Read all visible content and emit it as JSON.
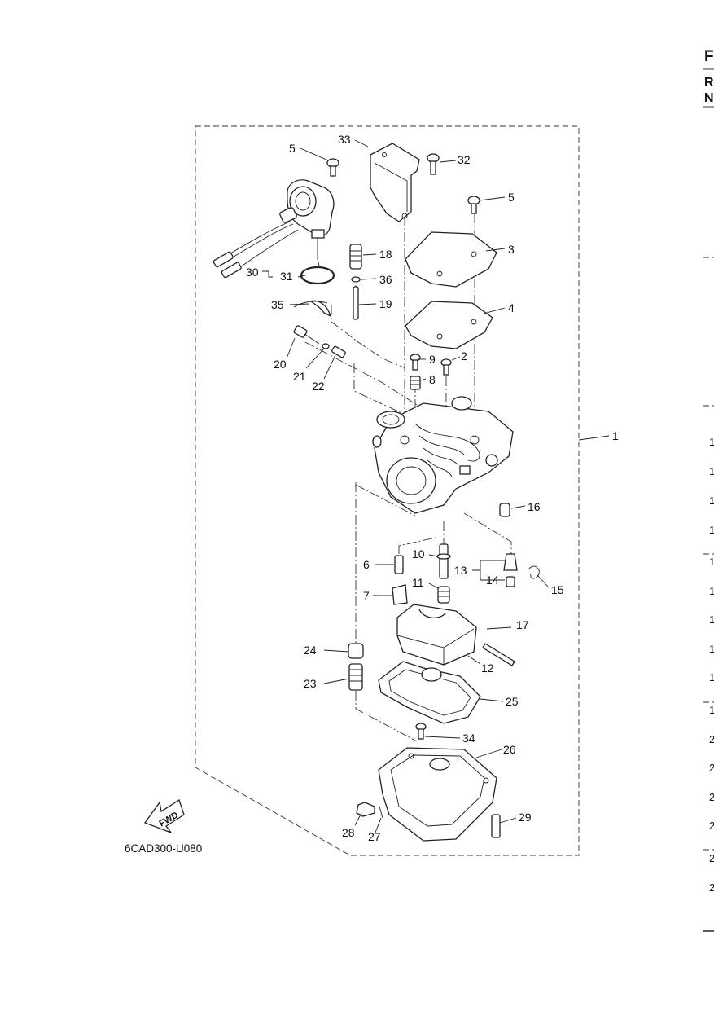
{
  "diagram": {
    "figure_code": "6CAD300-U080",
    "fwd_label": "FWD",
    "callouts": [
      "1",
      "2",
      "3",
      "4",
      "5",
      "5",
      "6",
      "7",
      "8",
      "9",
      "10",
      "11",
      "12",
      "13",
      "14",
      "15",
      "16",
      "17",
      "18",
      "19",
      "20",
      "21",
      "22",
      "23",
      "24",
      "25",
      "26",
      "27",
      "28",
      "29",
      "30",
      "31",
      "32",
      "33",
      "34",
      "35",
      "36"
    ]
  },
  "right_edge": {
    "header_letters": [
      "F",
      "R",
      "N"
    ],
    "row_numbers": [
      "1",
      "1",
      "1",
      "1",
      "1",
      "1",
      "1",
      "1",
      "1",
      "1",
      "2",
      "2",
      "2",
      "2",
      "2",
      "2"
    ]
  }
}
